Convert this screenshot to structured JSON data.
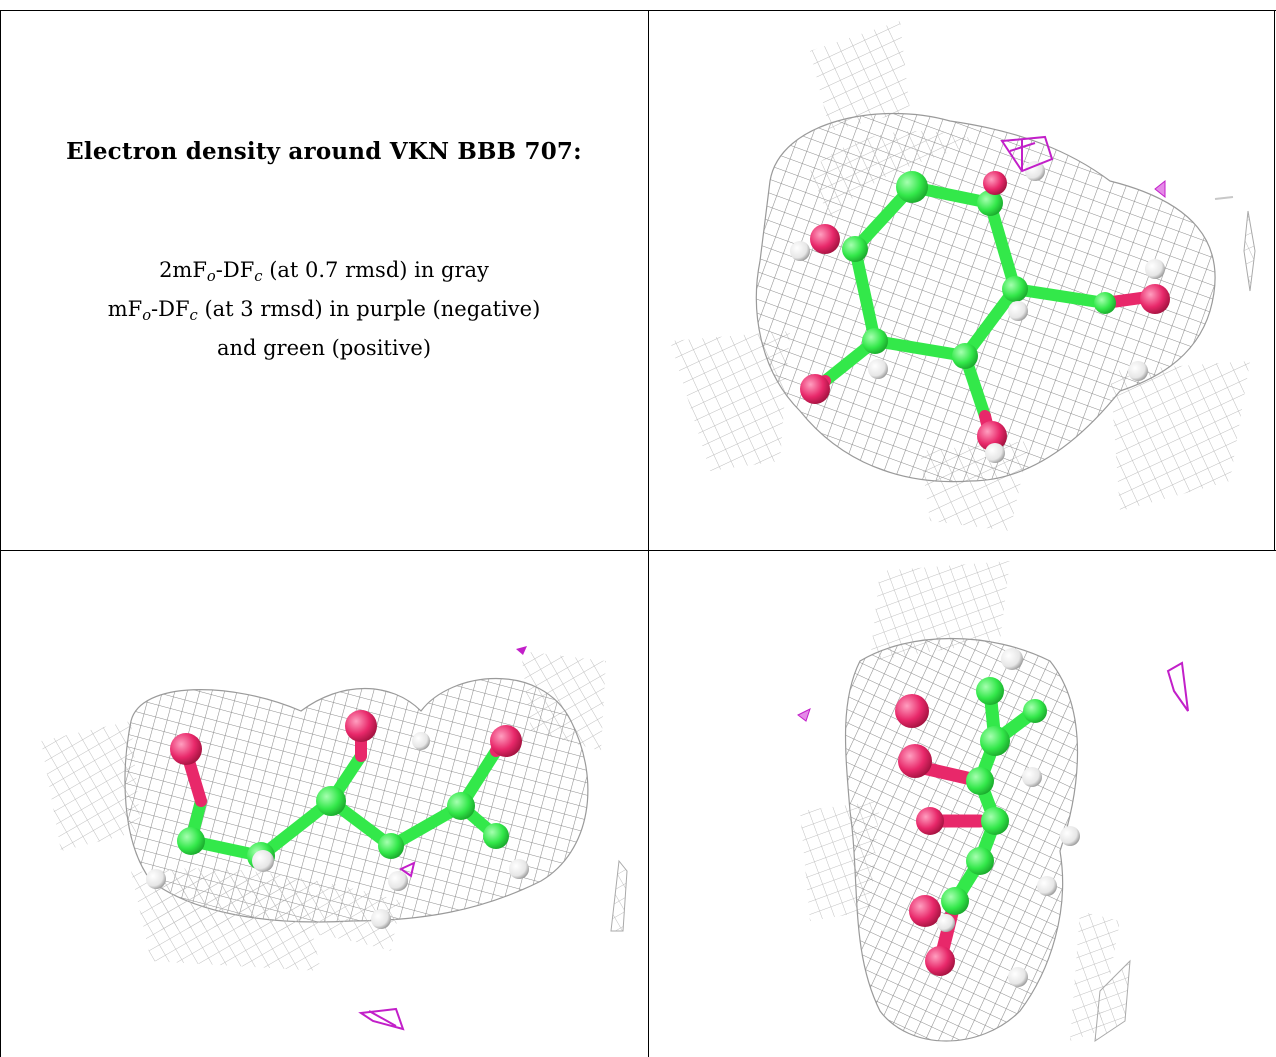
{
  "caption": {
    "title": "Electron density around VKN BBB 707:",
    "line1": {
      "prefix": "2mF",
      "sub1": "o",
      "mid": "-DF",
      "sub2": "c",
      "suffix": " (at 0.7 rmsd) in gray"
    },
    "line2": {
      "prefix": "mF",
      "sub1": "o",
      "mid": "-DF",
      "sub2": "c",
      "suffix": " (at 3 rmsd) in purple (negative)"
    },
    "line3": "and green (positive)"
  },
  "colors": {
    "mesh_gray": "#8c8c8c",
    "mesh_light": "#c8c8c8",
    "carbon_green": "#33e84a",
    "oxygen_pink": "#e8286a",
    "hydrogen_white": "#eeeeee",
    "negative_density_purple": "#c21fc9"
  },
  "panels": [
    {
      "view": "top-right",
      "icon": "electron-density-view-1"
    },
    {
      "view": "bottom-left",
      "icon": "electron-density-view-2"
    },
    {
      "view": "bottom-right",
      "icon": "electron-density-view-3"
    }
  ]
}
